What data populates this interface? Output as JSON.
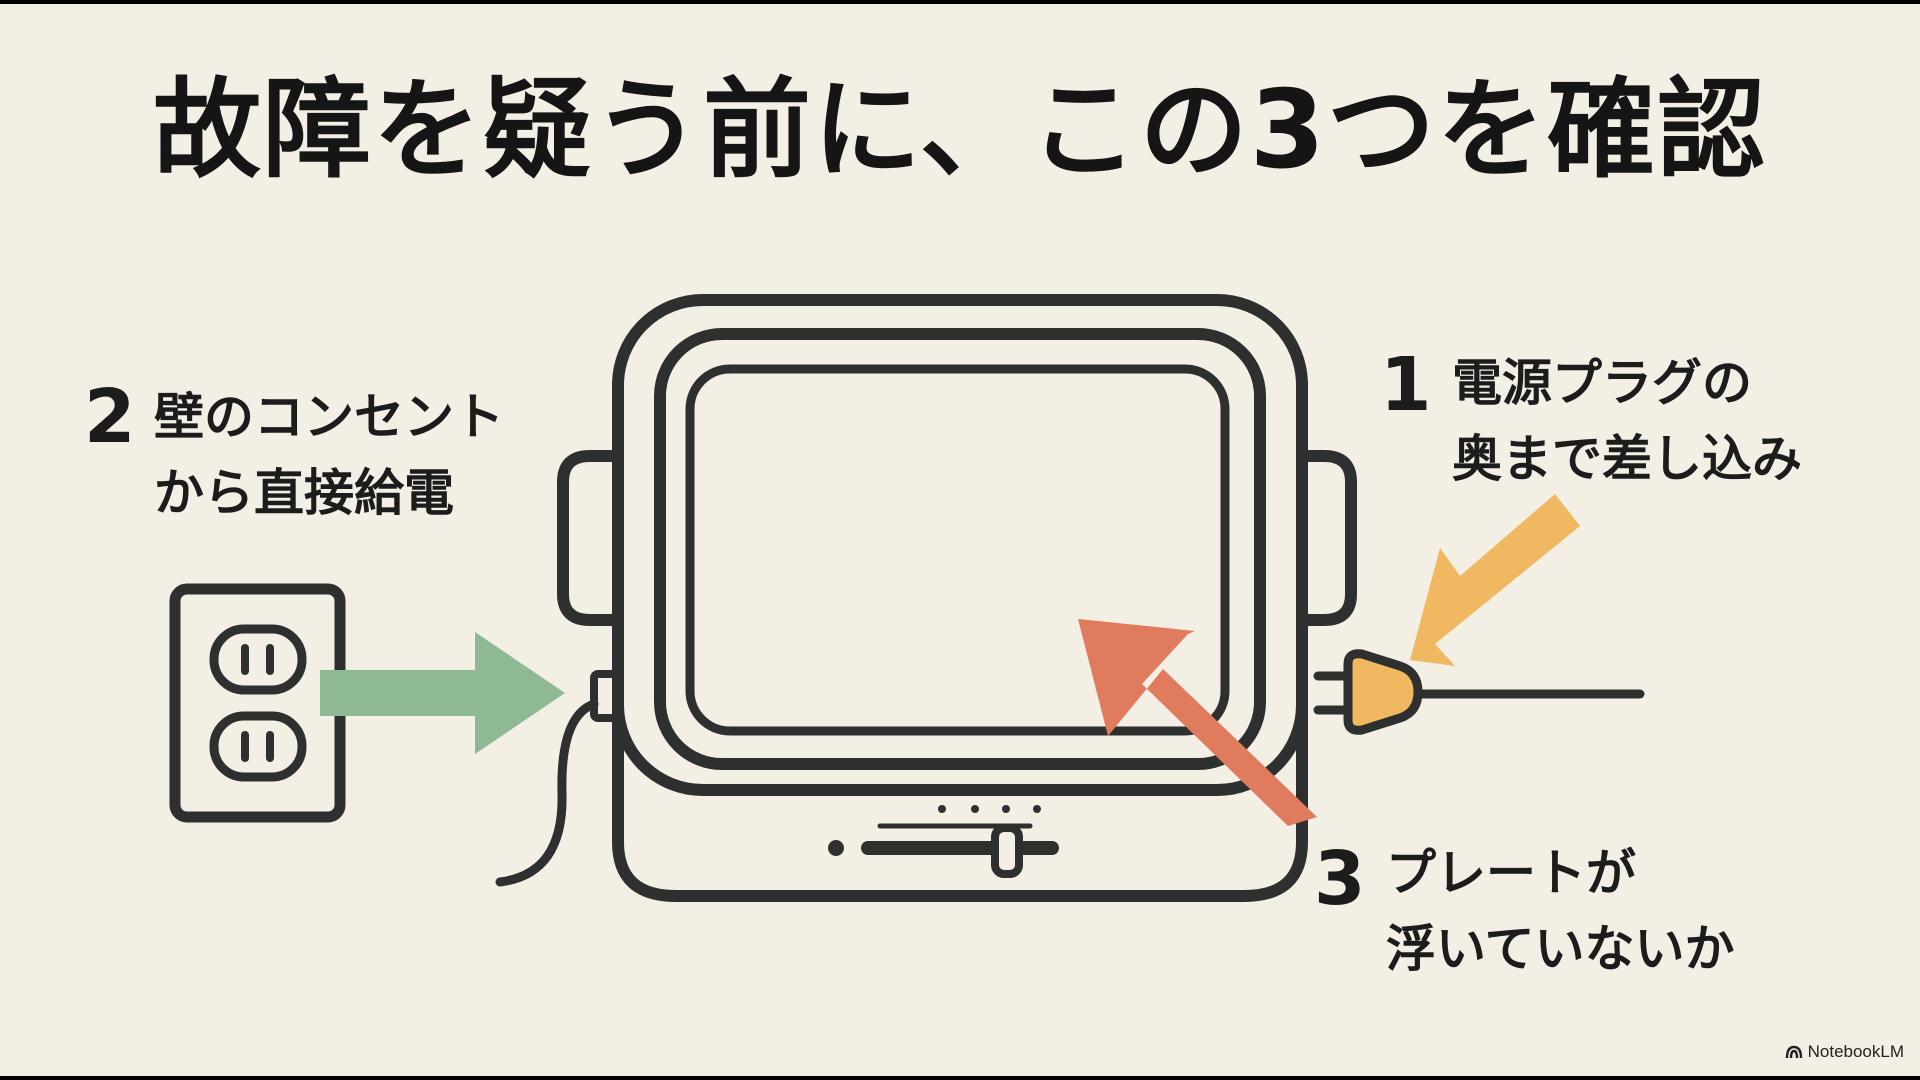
{
  "title": "故障を疑う前に、この3つを確認",
  "callouts": [
    {
      "number": "1",
      "lines": [
        "電源プラグの",
        "奥まで差し込み"
      ]
    },
    {
      "number": "2",
      "lines": [
        "壁のコンセント",
        "から直接給電"
      ]
    },
    {
      "number": "3",
      "lines": [
        "プレートが",
        "浮いていないか"
      ]
    }
  ],
  "colors": {
    "background": "#f3efe4",
    "line_art": "#2d302e",
    "arrow_1": "#f0b860",
    "arrow_2": "#8fb894",
    "arrow_3": "#e07b5e"
  },
  "icons": [
    "hot-plate-icon",
    "wall-outlet-icon",
    "power-plug-icon",
    "power-cord-icon",
    "notebooklm-logo-icon"
  ],
  "brand": "NotebookLM"
}
